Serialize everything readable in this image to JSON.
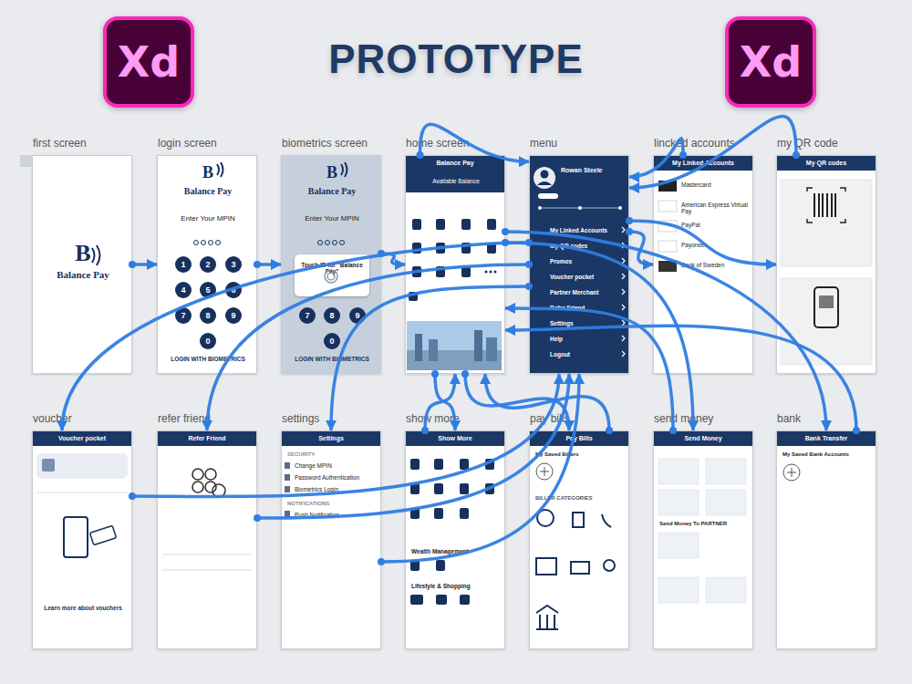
{
  "diagram": {
    "title": "PROTOTYPE",
    "nodes": [
      {
        "text": [
          "first screen",
          "B",
          "Balance Pay"
        ]
      },
      {
        "text": [
          "login screen",
          "B",
          "Balance Pay",
          "Enter Your MPIN",
          "LOGIN WITH BIOMETRICS"
        ]
      },
      {
        "text": [
          "1"
        ],
        "in": 1
      },
      {
        "text": [
          "2"
        ],
        "in": 1
      },
      {
        "text": [
          "3"
        ],
        "in": 1
      },
      {
        "text": [
          "4"
        ],
        "in": 1
      },
      {
        "text": [
          "5"
        ],
        "in": 1
      },
      {
        "text": [
          "6"
        ],
        "in": 1
      },
      {
        "text": [
          "7"
        ],
        "in": 1
      },
      {
        "text": [
          "8"
        ],
        "in": 1
      },
      {
        "text": [
          "9"
        ],
        "in": 1
      },
      {
        "text": [
          "0"
        ],
        "in": 1
      },
      {
        "text": [
          "biometrics screen",
          "B",
          "Balance Pay",
          "Enter Your MPIN",
          "LOGIN WITH BIOMETRICS"
        ]
      },
      {
        "text": [
          "Touch ID for \"Balance Pay\""
        ],
        "in": 12
      },
      {
        "text": [
          "7"
        ],
        "in": 12
      },
      {
        "text": [
          "8"
        ],
        "in": 12
      },
      {
        "text": [
          "9"
        ],
        "in": 12
      },
      {
        "text": [
          "0"
        ],
        "in": 12
      },
      {
        "text": [
          "home screen",
          "Balance Pay",
          "Available Balance"
        ]
      },
      {
        "text": [
          "menu",
          "Rowan Steele",
          "My Linked Accounts",
          "My QR codes",
          "Promos",
          "Voucher pocket",
          "Partner Merchant",
          "Refer Friend",
          "Settings",
          "Help",
          "Logout"
        ]
      },
      {
        "text": [
          "lincked accounts",
          "My Linked Accounts",
          "Mastercard",
          "American Express Virtual Pay",
          "PayPal",
          "Payoneer",
          "Bank of Sweden"
        ]
      },
      {
        "text": [
          "my QR code",
          "My QR codes"
        ]
      },
      {
        "text": [
          "voucher",
          "Voucher pocket",
          "Learn more about vouchers"
        ]
      },
      {
        "text": [
          "refer friend",
          "Refer Friend"
        ]
      },
      {
        "text": [
          "settings",
          "Settings",
          "SECURITY",
          "Change MPIN",
          "Password Authentication",
          "Biometrics Login",
          "NOTIFICATIONS",
          "Push Notification"
        ]
      },
      {
        "text": [
          "show more",
          "Show More",
          "Wealth Management",
          "Lifestyle & Shopping"
        ]
      },
      {
        "text": [
          "pay bills",
          "Pay Bills",
          "My Saved Billers",
          "BILLER CATEGORIES"
        ]
      },
      {
        "text": [
          "send money",
          "Send Money",
          "Send Money To PARTNER"
        ]
      },
      {
        "text": [
          "bank",
          "Bank Transfer",
          "My Saved Bank Accounts"
        ]
      }
    ],
    "edges": [
      {
        "from": 0,
        "to": 1,
        "arrow": "to"
      },
      {
        "from": 1,
        "to": 12,
        "arrow": "to"
      },
      {
        "from": 12,
        "to": 18,
        "arrow": "to"
      },
      {
        "from": 18,
        "to": 19,
        "arrow": "to"
      },
      {
        "from": 19,
        "to": 20,
        "arrow": "to"
      },
      {
        "from": 19,
        "to": 21,
        "arrow": "to"
      },
      {
        "from": 19,
        "to": 22,
        "arrow": "to"
      },
      {
        "from": 19,
        "to": 23,
        "arrow": "to"
      },
      {
        "from": 19,
        "to": 24,
        "arrow": "to"
      },
      {
        "from": 18,
        "to": 25,
        "arrow": "to"
      },
      {
        "from": 18,
        "to": 26,
        "arrow": "to"
      },
      {
        "from": 18,
        "to": 27,
        "arrow": "to"
      },
      {
        "from": 18,
        "to": 28,
        "arrow": "to"
      },
      {
        "from": 20,
        "to": 19,
        "arrow": "to"
      },
      {
        "from": 21,
        "to": 19,
        "arrow": "to"
      },
      {
        "from": 22,
        "to": 19,
        "arrow": "to"
      },
      {
        "from": 23,
        "to": 19,
        "arrow": "to"
      },
      {
        "from": 24,
        "to": 19,
        "arrow": "to"
      },
      {
        "from": 25,
        "to": 18,
        "arrow": "to"
      },
      {
        "from": 26,
        "to": 18,
        "arrow": "to"
      },
      {
        "from": 27,
        "to": 18,
        "arrow": "to"
      },
      {
        "from": 28,
        "to": 18,
        "arrow": "to"
      }
    ],
    "labels": [
      "Xd",
      "Xd"
    ]
  }
}
